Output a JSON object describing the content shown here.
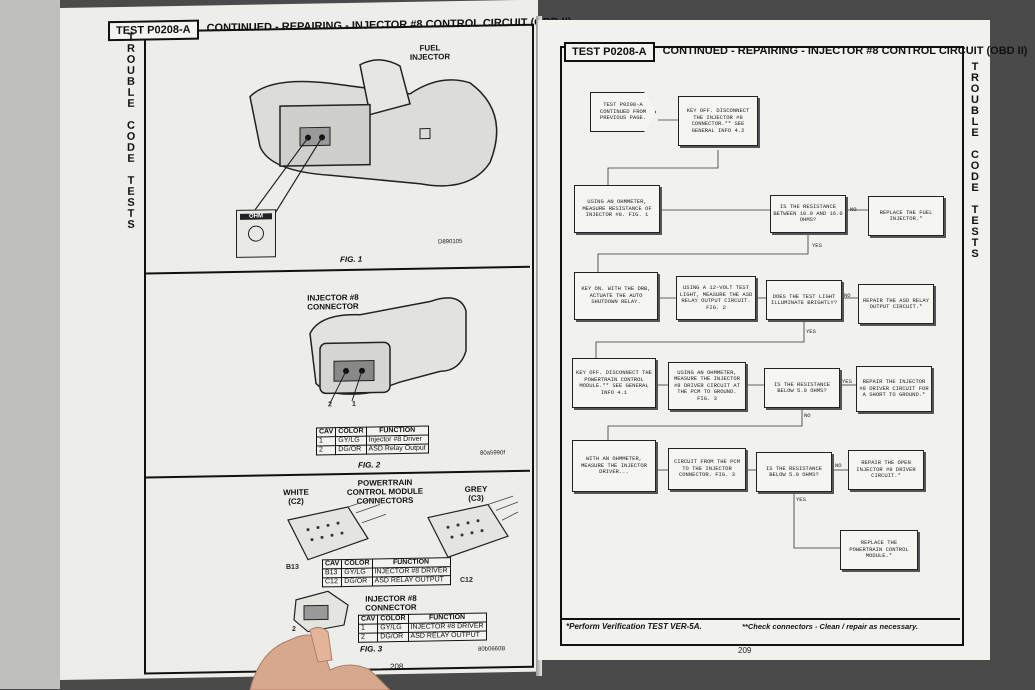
{
  "side_text": "TROUBLE CODE TESTS",
  "left_page": {
    "test_id": "TEST P0208-A",
    "title": "CONTINUED - REPAIRING - INJECTOR #8 CONTROL CIRCUIT (OBD II)",
    "fig1": {
      "label": "FUEL INJECTOR",
      "meter": "OHM",
      "code": "D890105",
      "caption": "FIG. 1"
    },
    "fig2": {
      "label": "INJECTOR #8 CONNECTOR",
      "pins": [
        "2",
        "1"
      ],
      "table": {
        "headers": [
          "CAV",
          "COLOR",
          "FUNCTION"
        ],
        "rows": [
          [
            "1",
            "GY/LG",
            "Injector #8 Driver"
          ],
          [
            "2",
            "DG/OR",
            "ASD Relay Output"
          ]
        ]
      },
      "code": "80a5990f",
      "caption": "FIG. 2"
    },
    "fig3": {
      "title": "POWERTRAIN CONTROL MODULE CONNECTORS",
      "white_label": "WHITE (C2)",
      "grey_label": "GREY (C3)",
      "b13": "B13",
      "c12": "C12",
      "table1": {
        "headers": [
          "CAV",
          "COLOR",
          "FUNCTION"
        ],
        "rows": [
          [
            "B13",
            "GY/LG",
            "INJECTOR #8 DRIVER"
          ],
          [
            "C12",
            "DG/OR",
            "ASD RELAY OUTPUT"
          ]
        ]
      },
      "inj_label": "INJECTOR #8 CONNECTOR",
      "table2": {
        "headers": [
          "CAV",
          "COLOR",
          "FUNCTION"
        ],
        "rows": [
          [
            "1",
            "GY/LG",
            "INJECTOR #8 DRIVER"
          ],
          [
            "2",
            "DG/OR",
            "ASD RELAY OUTPUT"
          ]
        ]
      },
      "pin": "2",
      "code": "80b0660B",
      "caption": "FIG. 3"
    },
    "page_number": "208"
  },
  "right_page": {
    "test_id": "TEST P0208-A",
    "title": "CONTINUED - REPAIRING - INJECTOR #8 CONTROL CIRCUIT (OBD II)",
    "flow": {
      "start": "TEST P0208-A CONTINUED FROM PREVIOUS PAGE.",
      "b1": "KEY OFF. DISCONNECT THE INJECTOR #8 CONNECTOR.** SEE GENERAL INFO 4.2",
      "b2": "USING AN OHMMETER, MEASURE RESISTANCE OF INJECTOR #8. FIG. 1",
      "d1": "IS THE RESISTANCE BETWEEN 10.0 AND 16.0 OHMS?",
      "r1": "REPLACE THE FUEL INJECTOR.*",
      "b3": "KEY ON. WITH THE DRB, ACTUATE THE AUTO SHUTDOWN RELAY.",
      "b4": "USING A 12-VOLT TEST LIGHT, MEASURE THE ASD RELAY OUTPUT CIRCUIT. FIG. 2",
      "d2": "DOES THE TEST LIGHT ILLUMINATE BRIGHTLY?",
      "r2": "REPAIR THE ASD RELAY OUTPUT CIRCUIT.*",
      "b5": "KEY OFF. DISCONNECT THE POWERTRAIN CONTROL MODULE.** SEE GENERAL INFO 4.1",
      "b6": "USING AN OHMMETER, MEASURE THE INJECTOR #8 DRIVER CIRCUIT AT THE PCM TO GROUND. FIG. 3",
      "d3": "IS THE RESISTANCE BELOW 5.0 OHMS?",
      "r3": "REPAIR THE INJECTOR #8 DRIVER CIRCUIT FOR A SHORT TO GROUND.*",
      "b7": "WITH AN OHMMETER, MEASURE THE INJECTOR DRIVER...",
      "b8": "CIRCUIT FROM THE PCM TO THE INJECTOR CONNECTOR. FIG. 3",
      "d4": "IS THE RESISTANCE BELOW 5.0 OHMS?",
      "r4": "REPAIR THE OPEN INJECTOR #8 DRIVER CIRCUIT.*",
      "r5": "REPLACE THE POWERTRAIN CONTROL MODULE.*",
      "yes": "YES",
      "no": "NO"
    },
    "footer_left": "*Perform Verification TEST VER-5A.",
    "footer_right": "**Check connectors - Clean / repair as necessary.",
    "page_number": "209"
  }
}
